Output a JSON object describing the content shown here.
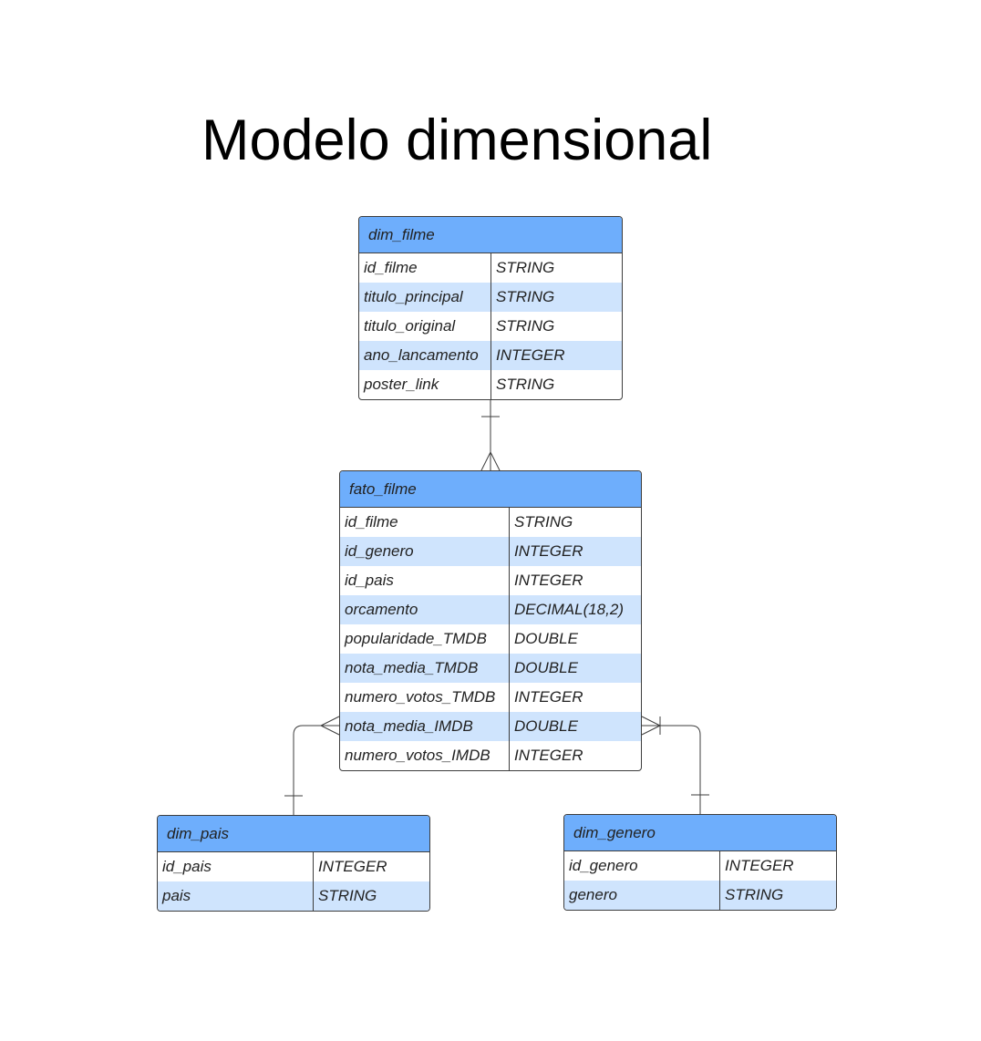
{
  "title": "Modelo dimensional",
  "entities": {
    "dim_filme": {
      "name": "dim_filme",
      "fields": [
        {
          "name": "id_filme",
          "type": "STRING"
        },
        {
          "name": "titulo_principal",
          "type": "STRING"
        },
        {
          "name": "titulo_original",
          "type": "STRING"
        },
        {
          "name": "ano_lancamento",
          "type": "INTEGER"
        },
        {
          "name": "poster_link",
          "type": "STRING"
        }
      ]
    },
    "fato_filme": {
      "name": "fato_filme",
      "fields": [
        {
          "name": "id_filme",
          "type": "STRING"
        },
        {
          "name": "id_genero",
          "type": "INTEGER"
        },
        {
          "name": "id_pais",
          "type": "INTEGER"
        },
        {
          "name": "orcamento",
          "type": "DECIMAL(18,2)"
        },
        {
          "name": "popularidade_TMDB",
          "type": "DOUBLE"
        },
        {
          "name": "nota_media_TMDB",
          "type": "DOUBLE"
        },
        {
          "name": "numero_votos_TMDB",
          "type": "INTEGER"
        },
        {
          "name": "nota_media_IMDB",
          "type": "DOUBLE"
        },
        {
          "name": "numero_votos_IMDB",
          "type": "INTEGER"
        }
      ]
    },
    "dim_pais": {
      "name": "dim_pais",
      "fields": [
        {
          "name": "id_pais",
          "type": "INTEGER"
        },
        {
          "name": "pais",
          "type": "STRING"
        }
      ]
    },
    "dim_genero": {
      "name": "dim_genero",
      "fields": [
        {
          "name": "id_genero",
          "type": "INTEGER"
        },
        {
          "name": "genero",
          "type": "STRING"
        }
      ]
    }
  },
  "colors": {
    "header": "#6eaefc",
    "row_alt": "#cfe4fd",
    "border": "#3d3d3d",
    "text": "#222222"
  }
}
